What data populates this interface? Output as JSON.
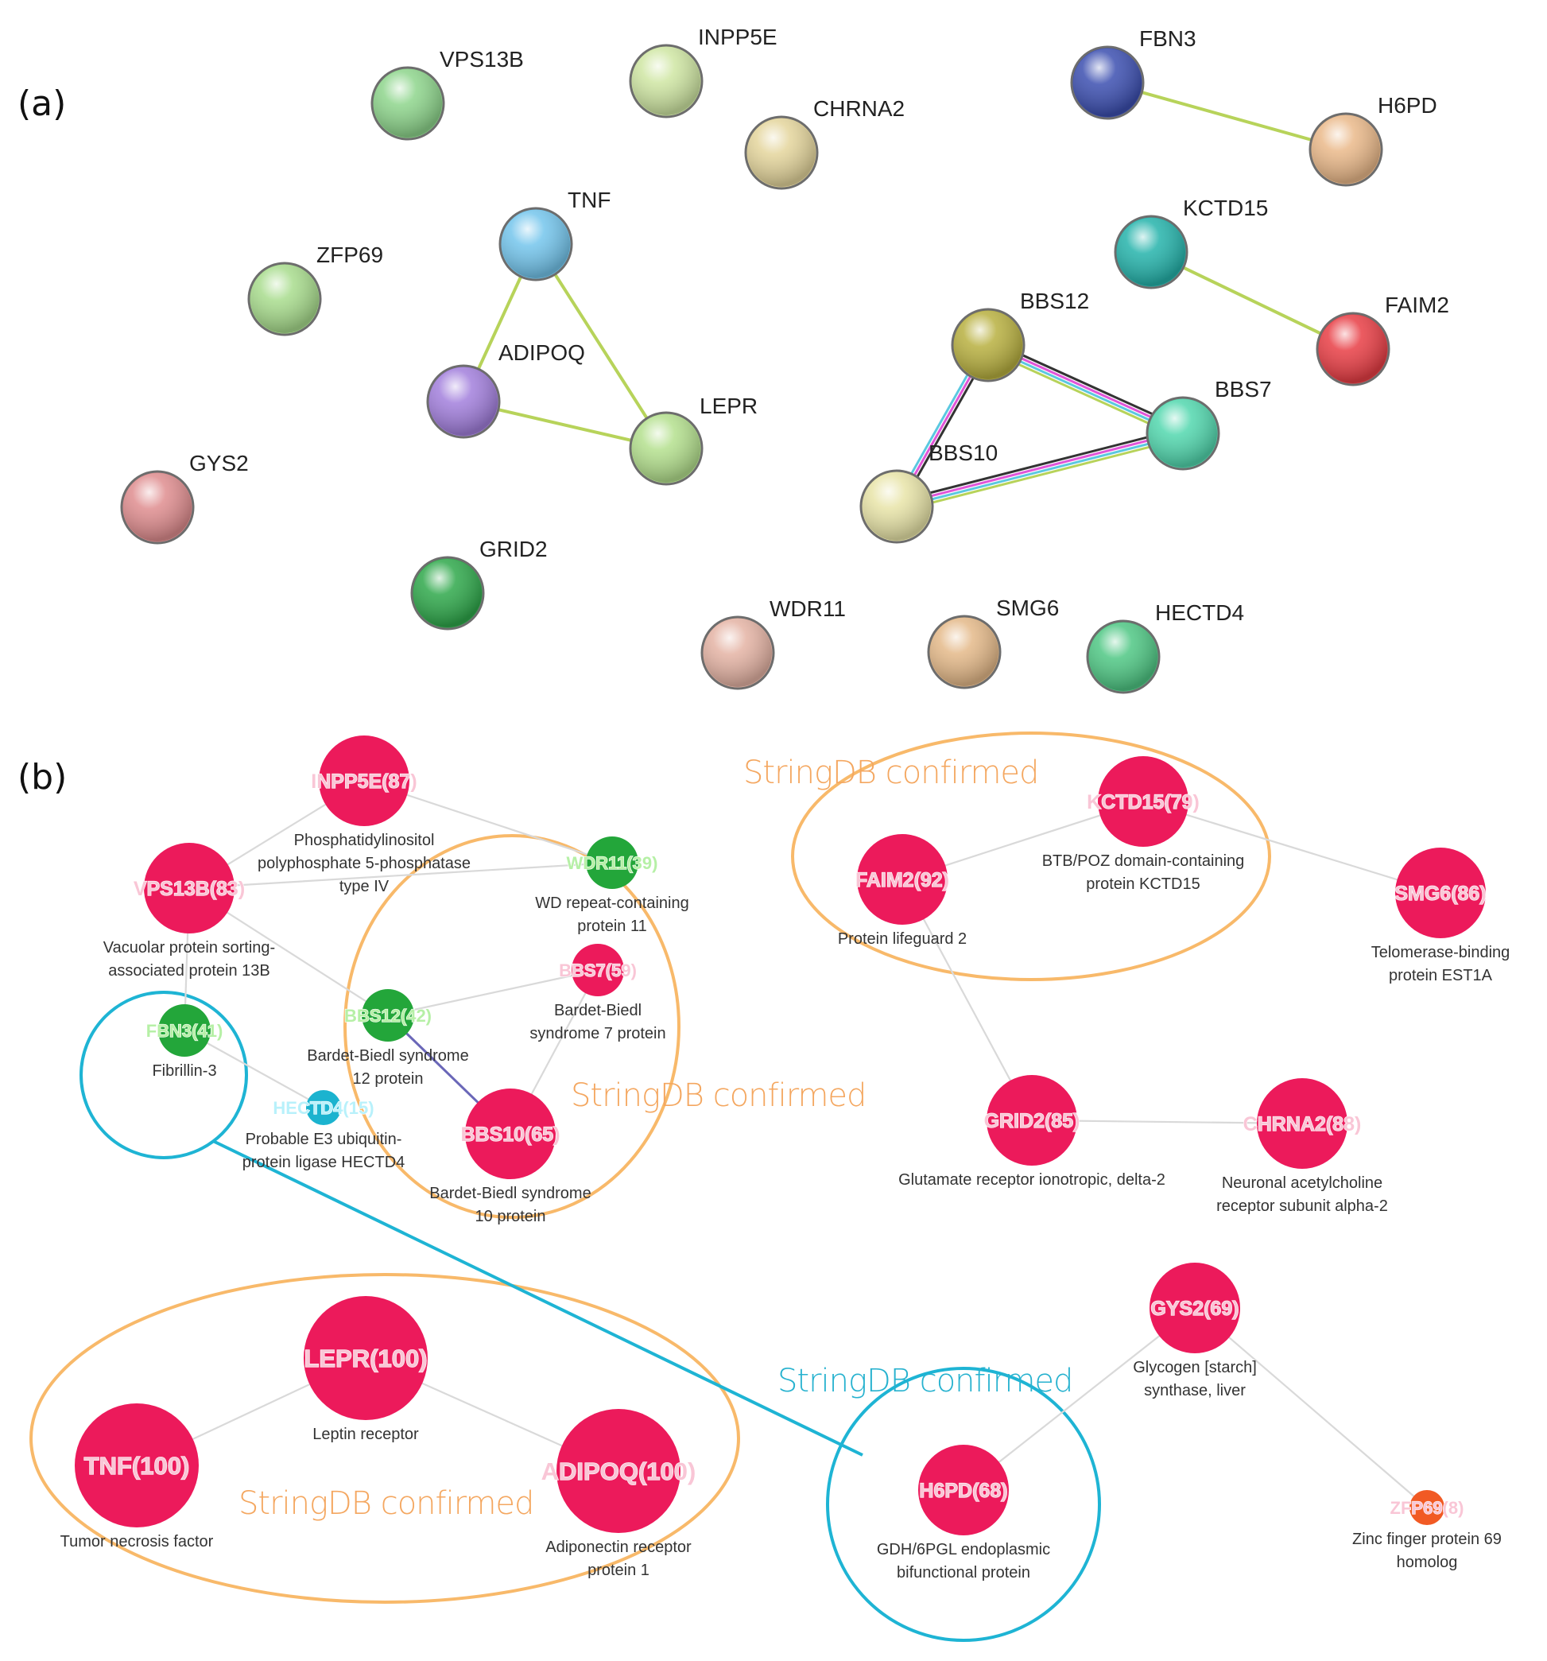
{
  "panels": {
    "a": "(a)",
    "b": "(b)"
  },
  "colors": {
    "b_red": "#ec1a5b",
    "b_green": "#23a63a",
    "b_cyan": "#1bb3cf",
    "b_orange": "#f15a24",
    "circle_orange": "#f8b96a",
    "circle_cyan": "#1eb4d4",
    "text_orange": "#f4a760",
    "text_cyan": "#27b2cf",
    "edge_yellowgreen": "#b7d35a",
    "edge_grey": "#d9d9d9",
    "edge_purple": "#6a67b8"
  },
  "panel_a": {
    "nodes": [
      {
        "id": "VPS13B",
        "label": "VPS13B",
        "color": "#8ed58c"
      },
      {
        "id": "INPP5E",
        "label": "INPP5E",
        "color": "#cfe6a3"
      },
      {
        "id": "CHRNA2",
        "label": "CHRNA2",
        "color": "#e4d59c"
      },
      {
        "id": "FBN3",
        "label": "FBN3",
        "color": "#3c4fb0"
      },
      {
        "id": "H6PD",
        "label": "H6PD",
        "color": "#eab98a"
      },
      {
        "id": "TNF",
        "label": "TNF",
        "color": "#74c5ec"
      },
      {
        "id": "ZFP69",
        "label": "ZFP69",
        "color": "#a8dc8d"
      },
      {
        "id": "KCTD15",
        "label": "KCTD15",
        "color": "#25b3ab"
      },
      {
        "id": "BBS12",
        "label": "BBS12",
        "color": "#b8b040"
      },
      {
        "id": "FAIM2",
        "label": "FAIM2",
        "color": "#e83e45"
      },
      {
        "id": "ADIPOQ",
        "label": "ADIPOQ",
        "color": "#a27fdc"
      },
      {
        "id": "LEPR",
        "label": "LEPR",
        "color": "#b4e08e"
      },
      {
        "id": "BBS7",
        "label": "BBS7",
        "color": "#52d7ae"
      },
      {
        "id": "BBS10",
        "label": "BBS10",
        "color": "#e8e4a8"
      },
      {
        "id": "GYS2",
        "label": "GYS2",
        "color": "#df8d8f"
      },
      {
        "id": "GRID2",
        "label": "GRID2",
        "color": "#2fa84b"
      },
      {
        "id": "WDR11",
        "label": "WDR11",
        "color": "#e4b3a4"
      },
      {
        "id": "SMG6",
        "label": "SMG6",
        "color": "#e4b989"
      },
      {
        "id": "HECTD4",
        "label": "HECTD4",
        "color": "#4fc784"
      }
    ],
    "edges": [
      {
        "source": "FBN3",
        "target": "H6PD",
        "colors": [
          "#b7d35a"
        ]
      },
      {
        "source": "TNF",
        "target": "ADIPOQ",
        "colors": [
          "#b7d35a"
        ]
      },
      {
        "source": "TNF",
        "target": "LEPR",
        "colors": [
          "#b7d35a"
        ]
      },
      {
        "source": "ADIPOQ",
        "target": "LEPR",
        "colors": [
          "#b7d35a"
        ]
      },
      {
        "source": "KCTD15",
        "target": "FAIM2",
        "colors": [
          "#b7d35a"
        ]
      },
      {
        "source": "BBS12",
        "target": "BBS7",
        "colors": [
          "#333333",
          "#e155d8",
          "#5bc8e0",
          "#b7d35a"
        ]
      },
      {
        "source": "BBS12",
        "target": "BBS10",
        "colors": [
          "#333333",
          "#e155d8",
          "#5bc8e0"
        ]
      },
      {
        "source": "BBS10",
        "target": "BBS7",
        "colors": [
          "#333333",
          "#e155d8",
          "#5bc8e0",
          "#b7d35a"
        ]
      }
    ]
  },
  "panel_b": {
    "nodes": [
      {
        "id": "INPP5E",
        "label": "INPP5E(87)",
        "desc": [
          "Phosphatidylinositol",
          "polyphosphate 5-phosphatase",
          "type IV"
        ],
        "color": "#ec1a5b",
        "score": 87
      },
      {
        "id": "WDR11",
        "label": "WDR11(39)",
        "desc": [
          "WD repeat-containing",
          "protein 11"
        ],
        "color": "#23a63a",
        "score": 39
      },
      {
        "id": "VPS13B",
        "label": "VPS13B(83)",
        "desc": [
          "Vacuolar protein sorting-",
          "associated protein 13B"
        ],
        "color": "#ec1a5b",
        "score": 83
      },
      {
        "id": "FBN3",
        "label": "FBN3(41)",
        "desc": [
          "Fibrillin-3"
        ],
        "color": "#23a63a",
        "score": 41
      },
      {
        "id": "BBS12",
        "label": "BBS12(42)",
        "desc": [
          "Bardet-Biedl syndrome",
          "12 protein"
        ],
        "color": "#23a63a",
        "score": 42
      },
      {
        "id": "BBS7",
        "label": "BBS7(59)",
        "desc": [
          "Bardet-Biedl",
          "syndrome 7 protein"
        ],
        "color": "#ec1a5b",
        "score": 59
      },
      {
        "id": "BBS10",
        "label": "BBS10(65)",
        "desc": [
          "Bardet-Biedl syndrome",
          "10 protein"
        ],
        "color": "#ec1a5b",
        "score": 65
      },
      {
        "id": "HECTD4",
        "label": "HECTD4(15)",
        "desc": [
          "Probable E3 ubiquitin-",
          "protein ligase HECTD4"
        ],
        "color": "#1bb3cf",
        "score": 15
      },
      {
        "id": "FAIM2",
        "label": "FAIM2(92)",
        "desc": [
          "Protein lifeguard 2"
        ],
        "color": "#ec1a5b",
        "score": 92
      },
      {
        "id": "KCTD15",
        "label": "KCTD15(79)",
        "desc": [
          "BTB/POZ domain-containing",
          "protein KCTD15"
        ],
        "color": "#ec1a5b",
        "score": 79
      },
      {
        "id": "SMG6",
        "label": "SMG6(86)",
        "desc": [
          "Telomerase-binding",
          "protein EST1A"
        ],
        "color": "#ec1a5b",
        "score": 86
      },
      {
        "id": "GRID2",
        "label": "GRID2(85)",
        "desc": [
          "Glutamate receptor ionotropic, delta-2"
        ],
        "color": "#ec1a5b",
        "score": 85
      },
      {
        "id": "CHRNA2",
        "label": "CHRNA2(88)",
        "desc": [
          "Neuronal acetylcholine",
          "receptor subunit alpha-2"
        ],
        "color": "#ec1a5b",
        "score": 88
      },
      {
        "id": "LEPR",
        "label": "LEPR(100)",
        "desc": [
          "Leptin receptor"
        ],
        "color": "#ec1a5b",
        "score": 100
      },
      {
        "id": "TNF",
        "label": "TNF(100)",
        "desc": [
          "Tumor necrosis factor"
        ],
        "color": "#ec1a5b",
        "score": 100
      },
      {
        "id": "ADIPOQ",
        "label": "ADIPOQ(100)",
        "desc": [
          "Adiponectin receptor",
          "protein 1"
        ],
        "color": "#ec1a5b",
        "score": 100
      },
      {
        "id": "GYS2",
        "label": "GYS2(69)",
        "desc": [
          "Glycogen [starch]",
          "synthase, liver"
        ],
        "color": "#ec1a5b",
        "score": 69
      },
      {
        "id": "H6PD",
        "label": "H6PD(68)",
        "desc": [
          "GDH/6PGL endoplasmic",
          "bifunctional protein"
        ],
        "color": "#ec1a5b",
        "score": 68
      },
      {
        "id": "ZFP69",
        "label": "ZFP69(8)",
        "desc": [
          "Zinc finger protein 69",
          "homolog"
        ],
        "color": "#f15a24",
        "score": 8
      }
    ],
    "edges": [
      {
        "source": "INPP5E",
        "target": "VPS13B",
        "color": "#d9d9d9"
      },
      {
        "source": "INPP5E",
        "target": "WDR11",
        "color": "#d9d9d9"
      },
      {
        "source": "VPS13B",
        "target": "WDR11",
        "color": "#d9d9d9"
      },
      {
        "source": "VPS13B",
        "target": "BBS12",
        "color": "#d9d9d9"
      },
      {
        "source": "VPS13B",
        "target": "FBN3",
        "color": "#d9d9d9"
      },
      {
        "source": "FBN3",
        "target": "HECTD4",
        "color": "#d9d9d9"
      },
      {
        "source": "BBS12",
        "target": "BBS7",
        "color": "#d9d9d9"
      },
      {
        "source": "BBS12",
        "target": "BBS10",
        "color": "#6a67b8"
      },
      {
        "source": "BBS7",
        "target": "BBS10",
        "color": "#d9d9d9"
      },
      {
        "source": "FAIM2",
        "target": "KCTD15",
        "color": "#d9d9d9"
      },
      {
        "source": "KCTD15",
        "target": "SMG6",
        "color": "#d9d9d9"
      },
      {
        "source": "FAIM2",
        "target": "GRID2",
        "color": "#d9d9d9"
      },
      {
        "source": "GRID2",
        "target": "CHRNA2",
        "color": "#d9d9d9"
      },
      {
        "source": "LEPR",
        "target": "TNF",
        "color": "#d9d9d9"
      },
      {
        "source": "LEPR",
        "target": "ADIPOQ",
        "color": "#d9d9d9"
      },
      {
        "source": "GYS2",
        "target": "H6PD",
        "color": "#d9d9d9"
      },
      {
        "source": "GYS2",
        "target": "ZFP69",
        "color": "#d9d9d9"
      }
    ],
    "annotations": [
      {
        "id": "kctd15-group",
        "text": "StringDB confirmed",
        "color": "#f4a760"
      },
      {
        "id": "bbs-group",
        "text": "StringDB confirmed",
        "color": "#f4a760"
      },
      {
        "id": "fbn3-h6pd",
        "text": "StringDB confirmed",
        "color": "#27b2cf"
      },
      {
        "id": "lepr-group",
        "text": "StringDB confirmed",
        "color": "#f4a760"
      }
    ]
  }
}
